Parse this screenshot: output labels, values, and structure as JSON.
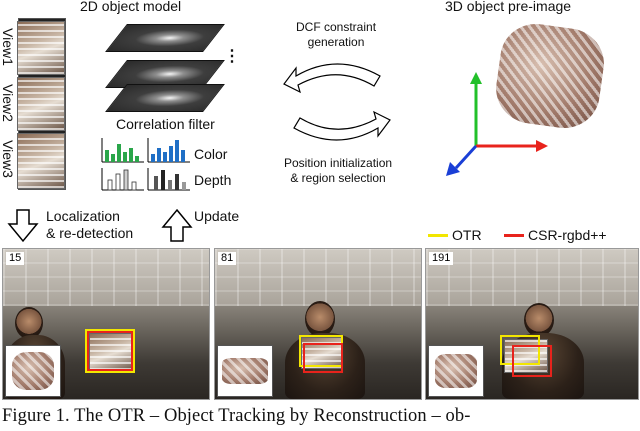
{
  "labels": {
    "model_2d": "2D object model",
    "preimage_3d": "3D object pre-image",
    "views": [
      "View1",
      "View2",
      "View3"
    ],
    "ellipsis": "⋮",
    "correlation_filter": "Correlation filter",
    "color": "Color",
    "depth": "Depth",
    "dcf_constraint": "DCF constraint\ngeneration",
    "position_init": "Position initialization\n& region selection",
    "localization": "Localization\n& re-detection",
    "update": "Update"
  },
  "legend": [
    {
      "label": "OTR",
      "color": "#f2e600"
    },
    {
      "label": "CSR-rgbd++",
      "color": "#e8231c"
    }
  ],
  "frames": [
    "15",
    "81",
    "191"
  ],
  "caption": "Figure 1. The OTR – Object Tracking by Reconstruction – ob-",
  "colors": {
    "axis_x": "#e8231c",
    "axis_y": "#22c02a",
    "axis_z": "#1a3fd6",
    "color_hist_a": "#2aa64a",
    "color_hist_b": "#1f6fc6"
  },
  "icons": {
    "down_arrow": "outline-down-arrow-icon",
    "up_arrow": "outline-up-arrow-icon",
    "cycle_arrows": "curved-cycle-arrows-icon"
  }
}
